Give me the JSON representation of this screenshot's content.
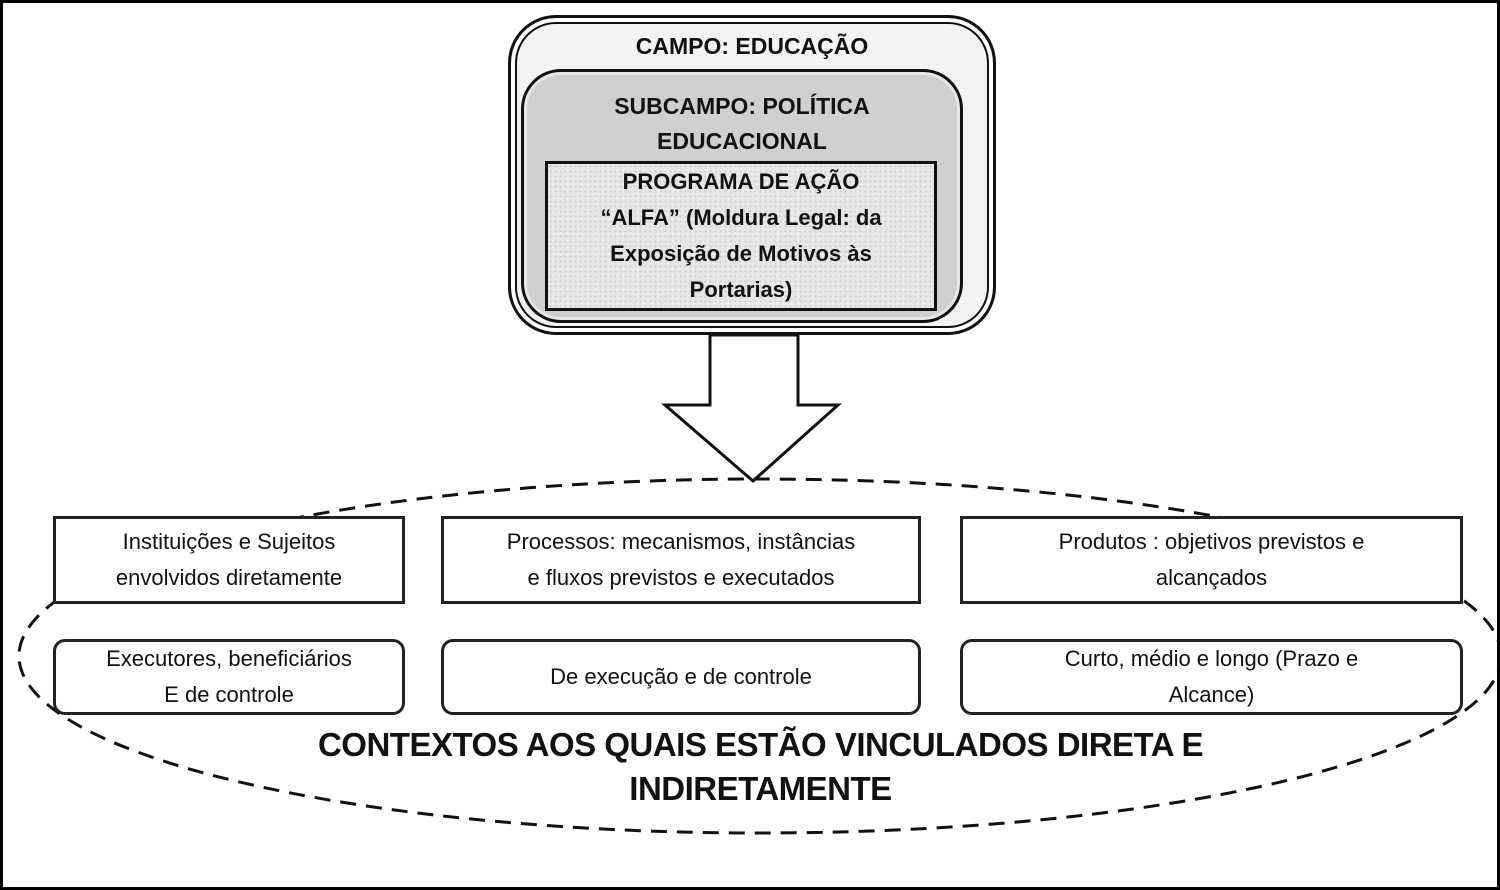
{
  "campo": {
    "label": "CAMPO: EDUCAÇÃO"
  },
  "subcampo": {
    "lines": [
      "SUBCAMPO: POLÍTICA",
      "EDUCACIONAL"
    ]
  },
  "programa": {
    "lines": [
      "PROGRAMA DE AÇÃO",
      "“ALFA” (Moldura Legal: da",
      "Exposição de Motivos às",
      "Portarias)"
    ]
  },
  "categories": [
    {
      "title_lines": [
        "Instituições e Sujeitos",
        "envolvidos diretamente"
      ],
      "detail_lines": [
        "Executores, beneficiários",
        "E  de controle"
      ]
    },
    {
      "title_lines": [
        "Processos: mecanismos, instâncias",
        "e fluxos previstos e executados"
      ],
      "detail_lines": [
        "De execução e de controle"
      ]
    },
    {
      "title_lines": [
        "Produtos : objetivos previstos e",
        "alcançados"
      ],
      "detail_lines": [
        "Curto, médio e longo (Prazo e",
        "Alcance)"
      ]
    }
  ],
  "context": {
    "lines": [
      "CONTEXTOS AOS QUAIS ESTÃO VINCULADOS DIRETA E",
      "INDIRETAMENTE"
    ]
  }
}
